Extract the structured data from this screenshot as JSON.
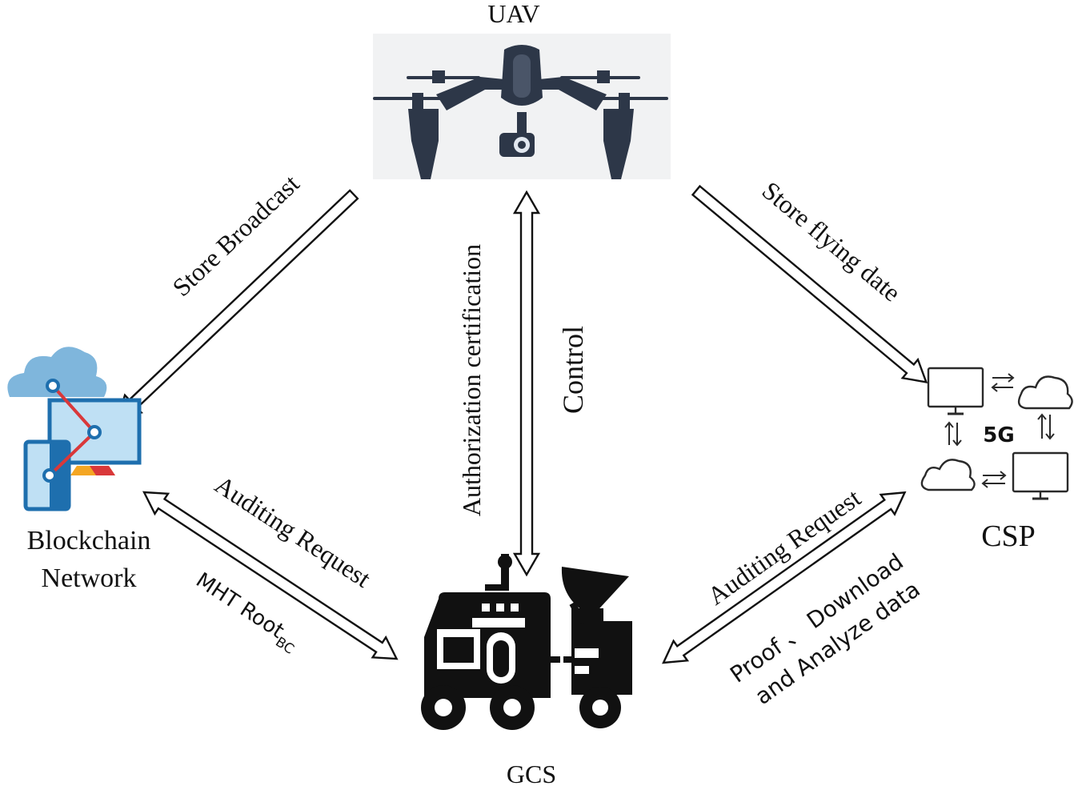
{
  "nodes": {
    "uav": "UAV",
    "gcs": "GCS",
    "csp": "CSP",
    "blockchain_line1": "Blockchain",
    "blockchain_line2": "Network",
    "csp_network": "5G"
  },
  "edges": {
    "uav_to_blockchain": "Store Broadcast",
    "uav_to_csp": "Store flying date",
    "uav_gcs_left": "Authorization certification",
    "uav_gcs_right": "Control",
    "gcs_blockchain_upper": "Auditing  Request",
    "gcs_blockchain_lower_main": "MHT Root",
    "gcs_blockchain_lower_sub": "BC",
    "gcs_csp_upper": "Auditing Request",
    "gcs_csp_lower1": "Proof 、 Download",
    "gcs_csp_lower2": "and Analyze data"
  },
  "icons": {
    "uav": "drone-icon",
    "gcs": "ground-station-vehicle-icon",
    "blockchain": "blockchain-network-icon",
    "csp": "cloud-service-provider-icon"
  },
  "colors": {
    "drone": "#2d3748",
    "cloud": "#7fb6dc",
    "screen": "#bfe0f4",
    "frame": "#1e6fae",
    "chain_link": "#d9383a",
    "accent_orange": "#f4a623"
  }
}
